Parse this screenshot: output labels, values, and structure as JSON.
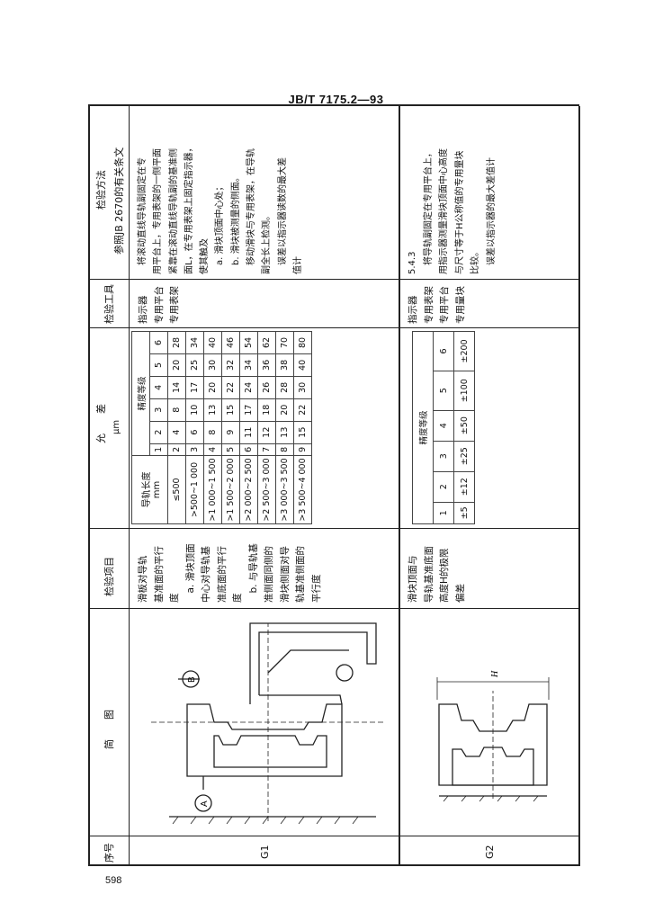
{
  "header": {
    "standard_code": "JB/T 7175.2—93"
  },
  "page_number": "598",
  "columns": {
    "seq": "序号",
    "diagram": "简　　图",
    "item": "检验项目",
    "tolerance": "允　　差",
    "tolerance_unit": "μm",
    "tool": "检验工具",
    "method_line1": "检验方法",
    "method_line2": "参照JB 2670的有关条文"
  },
  "rows": [
    {
      "seq": "G1",
      "item_lines": [
        "滑板对导轨",
        "基准面的平行",
        "度",
        "　a. 滑块顶面",
        "中心对导轨基",
        "准底面的平行",
        "度",
        "　b. 与导轨基",
        "准侧面同侧的",
        "滑块侧面对导",
        "轨基准侧面的",
        "平行度"
      ],
      "tolerance_table": {
        "col_length": "导轨长度",
        "col_length_unit": "mm",
        "col_grade": "精度等级",
        "grades": [
          "1",
          "2",
          "3",
          "4",
          "5",
          "6"
        ],
        "rows": [
          {
            "length": "≤500",
            "values": [
              "2",
              "4",
              "8",
              "14",
              "20",
              "28"
            ]
          },
          {
            "length": ">500~1 000",
            "values": [
              "3",
              "6",
              "10",
              "17",
              "25",
              "34"
            ]
          },
          {
            "length": ">1 000~1 500",
            "values": [
              "4",
              "8",
              "13",
              "20",
              "30",
              "40"
            ]
          },
          {
            "length": ">1 500~2 000",
            "values": [
              "5",
              "9",
              "15",
              "22",
              "32",
              "46"
            ]
          },
          {
            "length": ">2 000~2 500",
            "values": [
              "6",
              "11",
              "17",
              "24",
              "34",
              "54"
            ]
          },
          {
            "length": ">2 500~3 000",
            "values": [
              "7",
              "12",
              "18",
              "26",
              "36",
              "62"
            ]
          },
          {
            "length": ">3 000~3 500",
            "values": [
              "8",
              "13",
              "20",
              "28",
              "38",
              "70"
            ]
          },
          {
            "length": ">3 500~4 000",
            "values": [
              "9",
              "15",
              "22",
              "30",
              "40",
              "80"
            ]
          }
        ]
      },
      "tools": [
        "指示器",
        "专用平台",
        "专用表架"
      ],
      "method_lines": [
        "　将滚动直线导轨副固定在专",
        "用平台上，专用表架的一侧平面",
        "紧靠在滚动直线导轨副的基准侧",
        "面L，在专用表架上固定指示器，",
        "使其触及",
        "　a. 滑块顶面中心处；",
        "　b. 滑块被测量的侧面。",
        "　移动滑块与专用表架，在导轨",
        "副全长上检测。",
        "　误差以指示器读数的最大差",
        "值计"
      ],
      "diagram_labels": {
        "a": "A",
        "b": "B"
      }
    },
    {
      "seq": "G2",
      "item_lines": [
        "滑块顶面与",
        "导轨基准底面",
        "高度H的极限",
        "偏差"
      ],
      "tolerance_table": {
        "col_grade": "精度等级",
        "grades": [
          "1",
          "2",
          "3",
          "4",
          "5",
          "6"
        ],
        "values": [
          "±5",
          "±12",
          "±25",
          "±50",
          "±100",
          "±200"
        ]
      },
      "tools": [
        "指示器",
        "专用表架",
        "专用平台",
        "专用量块"
      ],
      "method_lines": [
        "5.4.3",
        "　将导轨副固定在专用平台上，",
        "用指示器测量滑块顶面中心高度",
        "与尺寸等于H公称值的专用量块",
        "比较。",
        "　误差以指示器的最大差值计"
      ],
      "diagram_labels": {
        "h": "H"
      }
    }
  ]
}
